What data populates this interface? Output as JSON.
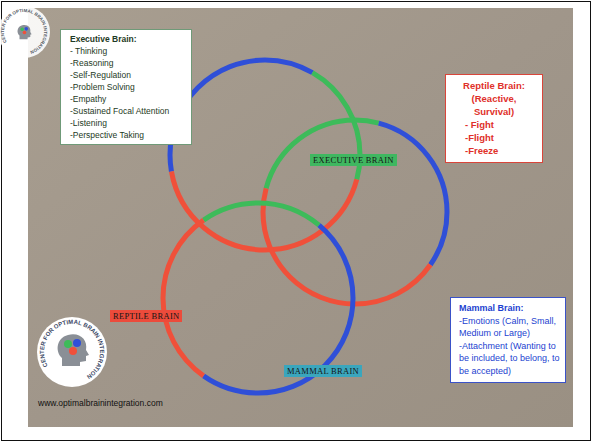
{
  "diagram": {
    "nodes": [
      {
        "text": [
          "Executive Brain:",
          "- Thinking",
          "-Reasoning",
          "-Self-Regulation",
          "-Problem Solving",
          "-Empathy",
          "-Sustained Focal Attention",
          "-Listening",
          "-Perspective Taking"
        ]
      },
      {
        "text": [
          "Reptile Brain:",
          "(Reactive, Survival)",
          "- Fight",
          "-Flight",
          "-Freeze"
        ]
      },
      {
        "text": [
          "EXECUTIVE BRAIN"
        ]
      },
      {
        "text": [
          "Mammal Brain:",
          "-Emotions (Calm, Small, Medium or Large)",
          "-Attachment (Wanting to be included, to belong, to be accepted)"
        ]
      },
      {
        "text": [
          "REPTILE BRAIN"
        ]
      },
      {
        "text": [
          "MAMMAL BRAIN"
        ]
      }
    ],
    "labels": [
      "CENTER FOR OPTIMAL BRAIN INTEGRATION",
      "CENTER FOR OPTIMAL BRAIN INTEGRATION",
      "www.optimalbrainintegration.com"
    ]
  }
}
